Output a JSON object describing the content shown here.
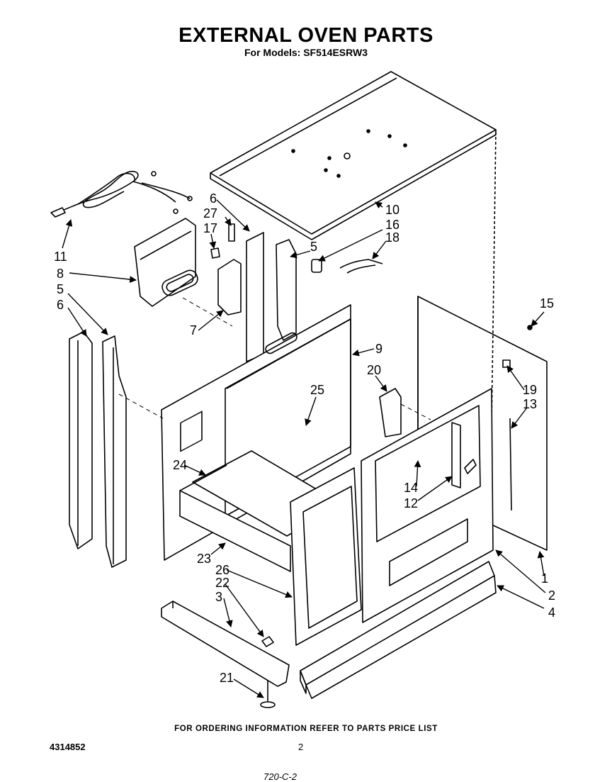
{
  "header": {
    "title": "EXTERNAL OVEN PARTS",
    "subtitle": "For Models: SF514ESRW3"
  },
  "footer": {
    "note": "FOR ORDERING INFORMATION REFER TO PARTS PRICE LIST",
    "doc_number": "4314852",
    "page_number": "2",
    "stamp": "720-C-2"
  },
  "callouts": [
    {
      "id": "c11",
      "label": "11"
    },
    {
      "id": "c8",
      "label": "8"
    },
    {
      "id": "c5a",
      "label": "5"
    },
    {
      "id": "c6a",
      "label": "6"
    },
    {
      "id": "c6b",
      "label": "6"
    },
    {
      "id": "c27",
      "label": "27"
    },
    {
      "id": "c17",
      "label": "17"
    },
    {
      "id": "c7",
      "label": "7"
    },
    {
      "id": "c5b",
      "label": "5"
    },
    {
      "id": "c10",
      "label": "10"
    },
    {
      "id": "c16",
      "label": "16"
    },
    {
      "id": "c18",
      "label": "18"
    },
    {
      "id": "c9",
      "label": "9"
    },
    {
      "id": "c15",
      "label": "15"
    },
    {
      "id": "c20",
      "label": "20"
    },
    {
      "id": "c25",
      "label": "25"
    },
    {
      "id": "c19",
      "label": "19"
    },
    {
      "id": "c13",
      "label": "13"
    },
    {
      "id": "c24",
      "label": "24"
    },
    {
      "id": "c14",
      "label": "14"
    },
    {
      "id": "c12",
      "label": "12"
    },
    {
      "id": "c23",
      "label": "23"
    },
    {
      "id": "c26",
      "label": "26"
    },
    {
      "id": "c22",
      "label": "22"
    },
    {
      "id": "c3",
      "label": "3"
    },
    {
      "id": "c1",
      "label": "1"
    },
    {
      "id": "c2",
      "label": "2"
    },
    {
      "id": "c4",
      "label": "4"
    },
    {
      "id": "c21",
      "label": "21"
    }
  ]
}
